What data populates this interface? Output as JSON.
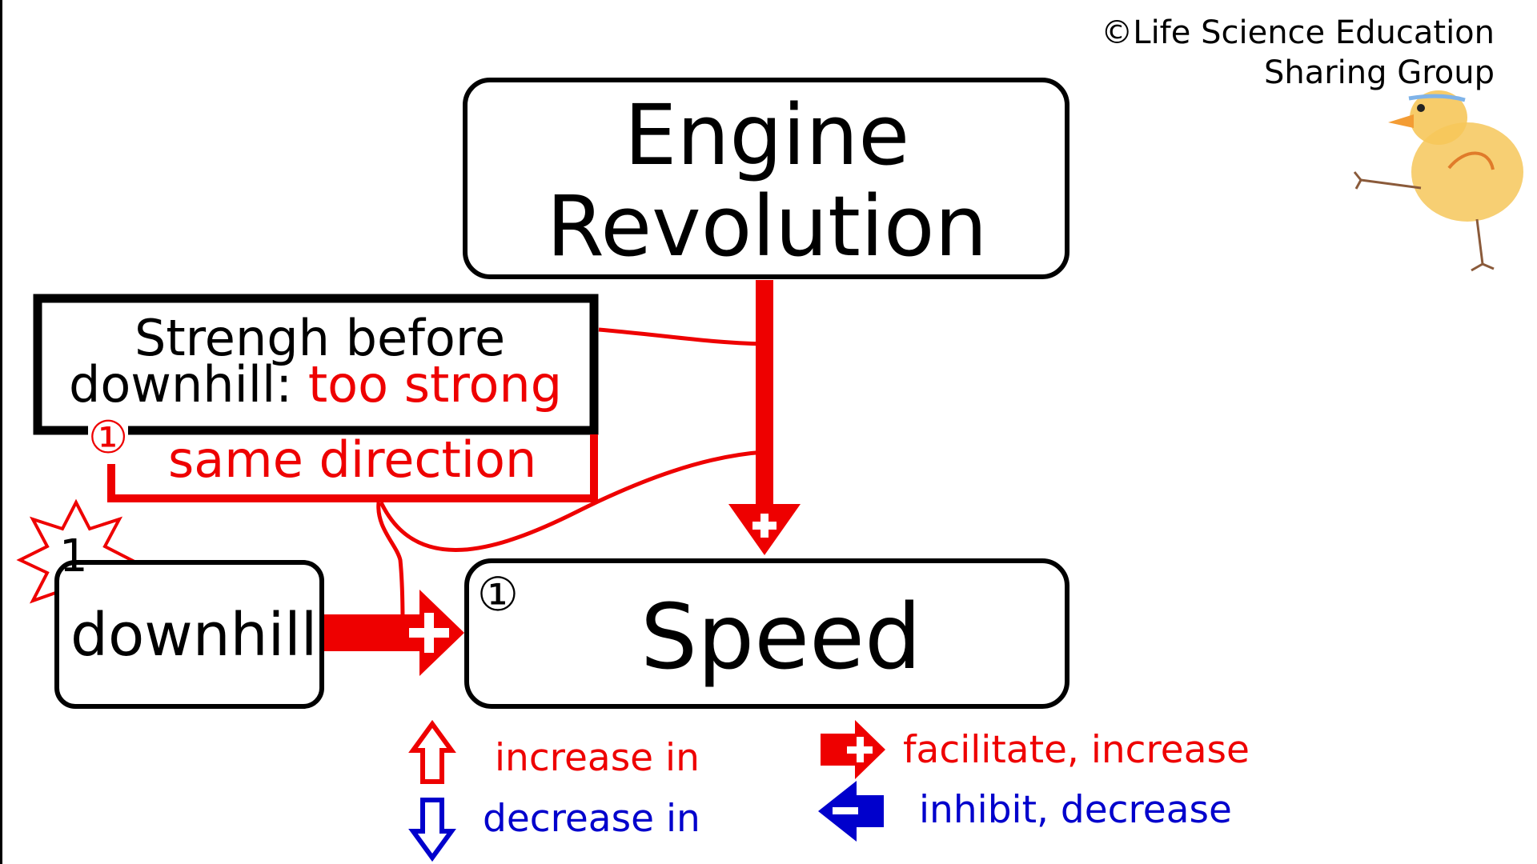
{
  "credit": {
    "line1": "©Life Science Education",
    "line2": "Sharing Group"
  },
  "nodes": {
    "engine": {
      "line1": "Engine",
      "line2": "Revolution"
    },
    "strength": {
      "line1": "Strengh before",
      "label": "downhill:",
      "value": "too strong"
    },
    "downhill": {
      "label": "downhill"
    },
    "speed": {
      "label": "Speed"
    }
  },
  "annotations": {
    "same_direction": "same direction",
    "marker_red": "①",
    "marker_black": "①",
    "burst_number": "1"
  },
  "edges": [
    {
      "from": "Engine Revolution",
      "to": "Speed",
      "sign": "+"
    },
    {
      "from": "downhill",
      "to": "Speed",
      "sign": "+"
    }
  ],
  "legend": {
    "increase": "increase in",
    "decrease": "decrease in",
    "facilitate": "facilitate, increase",
    "inhibit": "inhibit, decrease"
  },
  "colors": {
    "red": "#ee0000",
    "blue": "#0000cc",
    "black": "#000000"
  }
}
